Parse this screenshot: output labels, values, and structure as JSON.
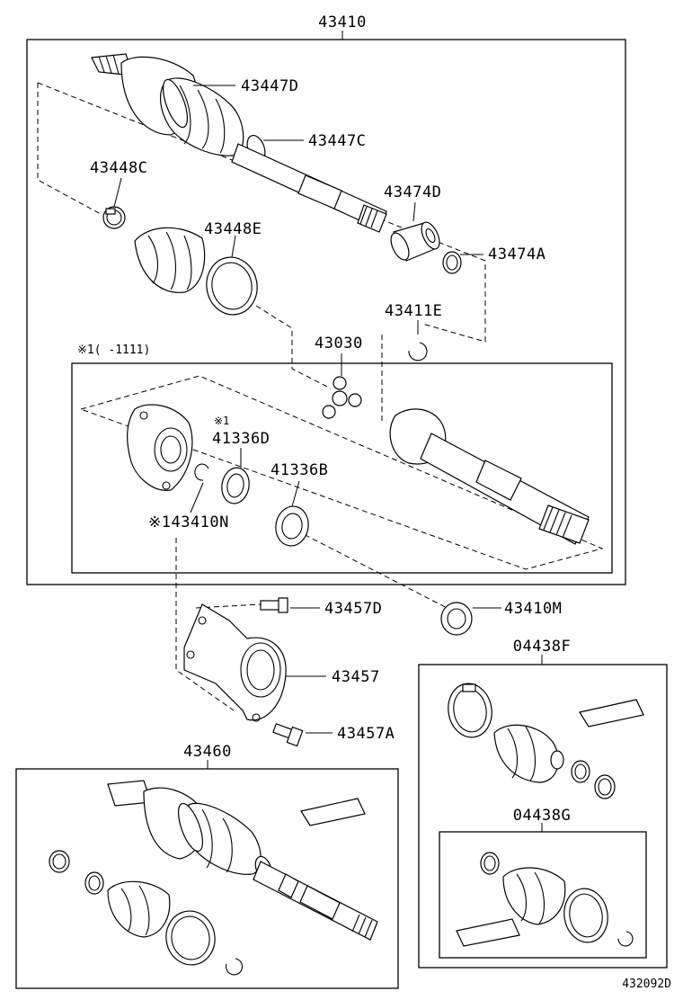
{
  "diagram": {
    "labels": {
      "p43410": "43410",
      "p43447D": "43447D",
      "p43447C": "43447C",
      "p43448C": "43448C",
      "p43474D": "43474D",
      "p43448E": "43448E",
      "p43474A": "43474A",
      "p43411E": "43411E",
      "p43030": "43030",
      "note_range": "※1(  -1111)",
      "note_mark1": "※1",
      "p41336D": "41336D",
      "p41336B": "41336B",
      "p43410N": "※143410N",
      "p43457D": "43457D",
      "p43410M": "43410M",
      "p04438F": "04438F",
      "p43457": "43457",
      "p43457A": "43457A",
      "p43460": "43460",
      "p04438G": "04438G",
      "figure_id": "432092D"
    }
  }
}
